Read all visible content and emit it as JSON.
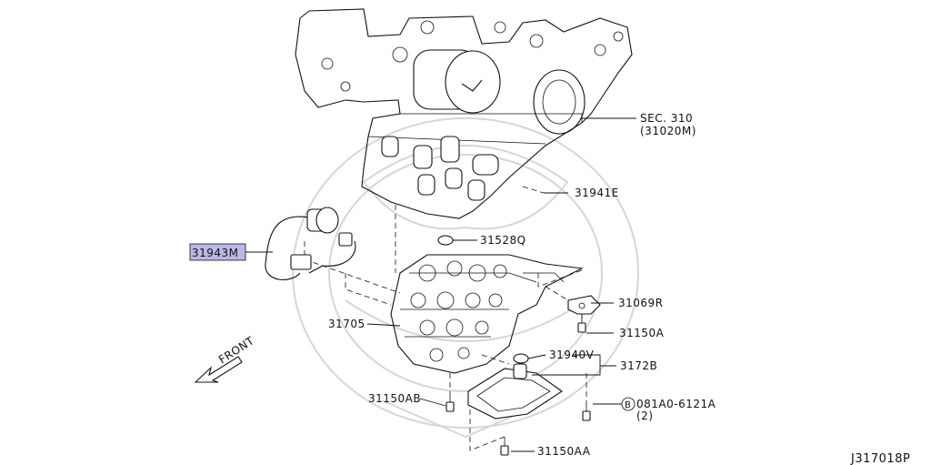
{
  "labels": {
    "sec310": "SEC. 310",
    "sec310_sub": "(31020M)",
    "p31941E": "31941E",
    "p31528Q": "31528Q",
    "p31943M": "31943M",
    "p31069R": "31069R",
    "p31705": "31705",
    "p31150A": "31150A",
    "p31940V": "31940V",
    "p3172B": "3172B",
    "p31150AB": "31150AB",
    "bolt_circle": "B",
    "bolt_part": "081A0-6121A",
    "bolt_qty": "(2)",
    "p31150AA": "31150AA",
    "front": "FRONT",
    "diagram_id": "J317018P"
  },
  "colors": {
    "highlight": "#b8b9e6",
    "ink": "#111111",
    "watermark": "#d6d6d6"
  }
}
